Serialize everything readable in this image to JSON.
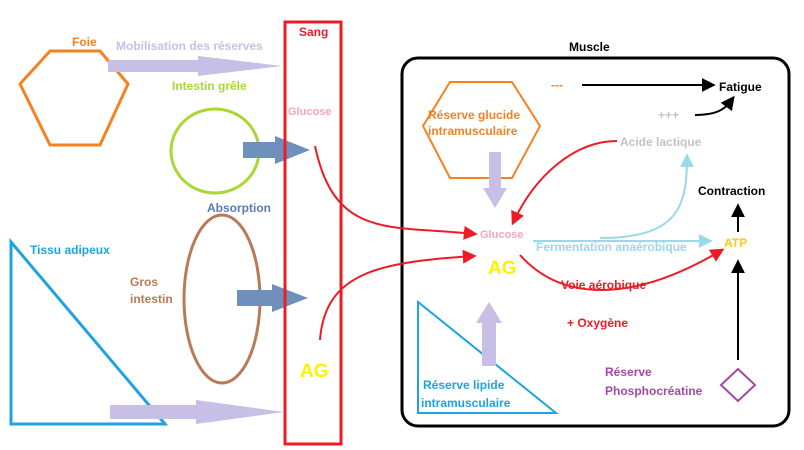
{
  "labels": {
    "foie": "Foie",
    "mobilisation": "Mobilisation des réserves",
    "intestin_grele": "Intestin grêle",
    "absorption": "Absorption",
    "tissu_adipeux": "Tissu adipeux",
    "gros_intestin_line1": "Gros",
    "gros_intestin_line2": "intestin",
    "sang": "Sang",
    "glucose_sang": "Glucose",
    "ag_sang": "AG",
    "muscle": "Muscle",
    "reserve_glucide_line1": "Réserve glucide",
    "reserve_glucide_line2": "intramusculaire",
    "minus_signs": "---",
    "plus_signs": "+++",
    "fatigue": "Fatigue",
    "acide_lactique": "Acide lactique",
    "contraction": "Contraction",
    "glucose_muscle": "Glucose",
    "ag_muscle": "AG",
    "fermentation": "Fermentation anaérobique",
    "atp": "ATP",
    "voie_aerobique": "Voie aérobique",
    "oxygene": "+ Oxygène",
    "reserve_lipide_line1": "Réserve lipide",
    "reserve_lipide_line2": "intramusculaire",
    "reserve_phospho_line1": "Réserve",
    "reserve_phospho_line2": "Phosphocréatine"
  },
  "colors": {
    "foie": "#f58220",
    "mobilisation": "#c8bfe7",
    "intestin_grele": "#a8d833",
    "absorption_arrow": "#6f8fbd",
    "absorption_text": "#5b7bb5",
    "tissu_adipeux": "#1fa3e0",
    "gros_intestin": "#b97a57",
    "sang": "#ed1c24",
    "glucose": "#f4a6b8",
    "ag": "#fff200",
    "muscle_border": "#000000",
    "reserve_glucide": "#f58220",
    "acide_lactique": "#c3c3c3",
    "fermentation": "#99d9ea",
    "atp": "#ffc90e",
    "voie_aerobique": "#ed1c24",
    "phospho": "#a349a4",
    "black": "#000000"
  }
}
